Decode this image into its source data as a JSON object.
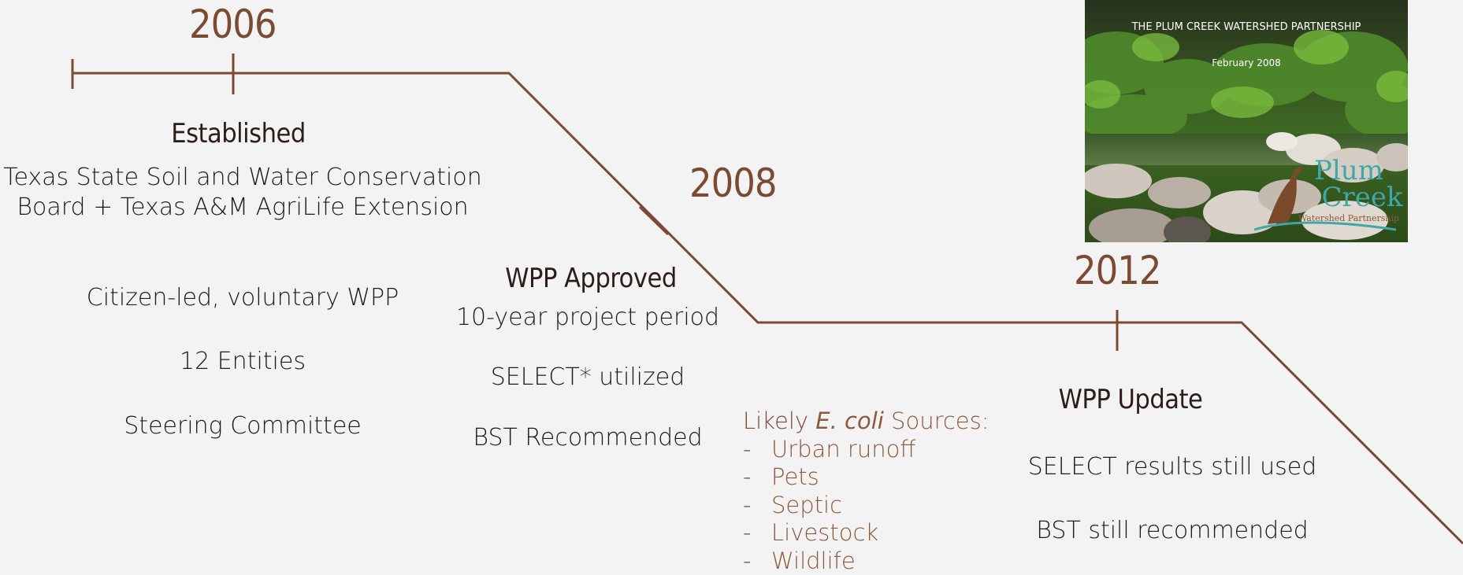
{
  "timeline": {
    "years": [
      "2006",
      "2008",
      "2012"
    ]
  },
  "milestones": {
    "established": {
      "heading": "Established",
      "lines": [
        "Texas State Soil and Water Conservation Board + Texas A&M AgriLife Extension",
        "Citizen-led, voluntary WPP",
        "12 Entities",
        "Steering Committee"
      ]
    },
    "approved": {
      "heading": "WPP Approved",
      "lines": [
        "10-year project period",
        "SELECT* utilized",
        "BST Recommended"
      ]
    },
    "update": {
      "heading": "WPP Update",
      "lines": [
        "SELECT results still used",
        "BST still recommended"
      ]
    }
  },
  "sources": {
    "title_prefix": "Likely",
    "title_italic": "E. coli",
    "title_suffix": "Sources:",
    "bullet": "-",
    "items": [
      "Urban runoff",
      "Pets",
      "Septic",
      "Livestock",
      "Wildlife"
    ]
  },
  "photo": {
    "caption_title": "THE PLUM CREEK WATERSHED PARTNERSHIP",
    "caption_date": "February 2008",
    "logo_line1": "Plum",
    "logo_line2": "Creek",
    "logo_line3": "Watershed Partnership"
  },
  "colors": {
    "line": "#7a4a33",
    "year": "#7a4a33",
    "source_item": "#8b5a3c",
    "background": "#f4f3f3",
    "logo": "#3fa7a8"
  }
}
